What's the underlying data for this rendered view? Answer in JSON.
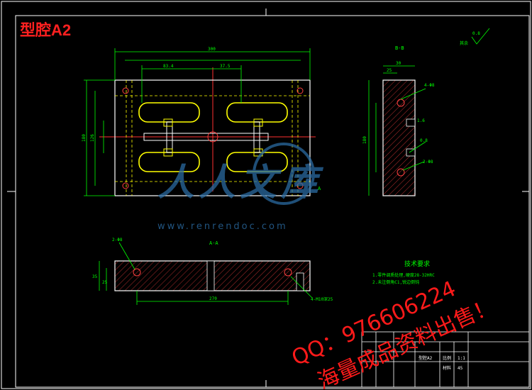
{
  "drawing": {
    "title": "型腔A2",
    "section_labels": {
      "side": "B-B",
      "bottom": "A-A"
    },
    "dimensions": {
      "overall_width": "300",
      "cavity_span": "83.4",
      "half_pitch": "37.5",
      "height_main": "180",
      "height_inner": "126",
      "depth_side": "30",
      "depth_small": "25",
      "side_height": "180",
      "bottom_length": "270",
      "bottom_height": "35",
      "bottom_inner": "25",
      "bore_note": "4-Φ8",
      "bore_note_2": "4-M10深25",
      "runner_note": "2-Φ8",
      "section_mark": "A",
      "surface_mark": "0.8",
      "surface_label": "其余",
      "roughness_1": "1.6",
      "roughness_2": "0.8"
    },
    "technical_requirements": {
      "heading": "技术要求",
      "lines": [
        "1.零件调质处理,硬度28-32HRC",
        "2.未注倒角C1,锐边倒钝"
      ]
    },
    "title_block": {
      "labels": [
        "型腔A2",
        "比例",
        "1:1",
        "材料",
        "45"
      ]
    },
    "watermark": {
      "logo_text": "人人文库",
      "site": "www.renrendoc.com",
      "qq": "QQ：976606224",
      "sale": "海量成品资料出售！"
    },
    "colors": {
      "frame": "#ffffff",
      "outline": "#ffffff",
      "dimension": "#00ff00",
      "cavity": "#ffff00",
      "center": "#ff0000",
      "hidden": "#ffff00",
      "title": "#ff0000",
      "watermark_blue": "#2a6aa0",
      "watermark_red": "#ff1a1a"
    }
  }
}
